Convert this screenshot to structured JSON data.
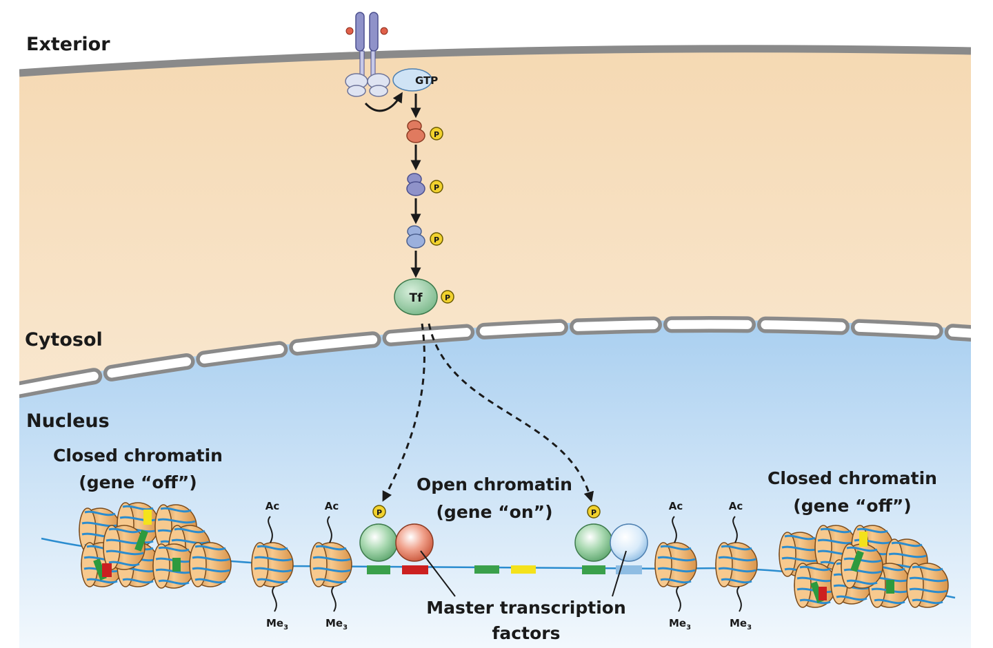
{
  "regions": {
    "exterior": "Exterior",
    "cytosol": "Cytosol",
    "nucleus": "Nucleus"
  },
  "signaling": {
    "gtp": "GTP",
    "phospho": "P",
    "tf": "Tf"
  },
  "chromatin": {
    "closed_left_line1": "Closed chromatin",
    "closed_left_line2": "(gene “off”)",
    "open_line1": "Open chromatin",
    "open_line2": "(gene “on”)",
    "closed_right_line1": "Closed chromatin",
    "closed_right_line2": "(gene “off”)"
  },
  "marks": {
    "acetyl": "Ac",
    "methyl": "Me",
    "methyl_sub": "3"
  },
  "master_tf": {
    "line1": "Master transcription",
    "line2": "factors"
  },
  "colors": {
    "cytosol": "#f6dfbf",
    "nucleoplasm": "#bcdaf2",
    "membrane": "#8a8a8a",
    "dna": "#2a8ccf",
    "nucleosome": "#e9a85a",
    "tf_green": "#8cc79a",
    "tf_red": "#e07a5f",
    "tf_blue": "#cfe4f6",
    "phospho": "#f2d22e"
  }
}
